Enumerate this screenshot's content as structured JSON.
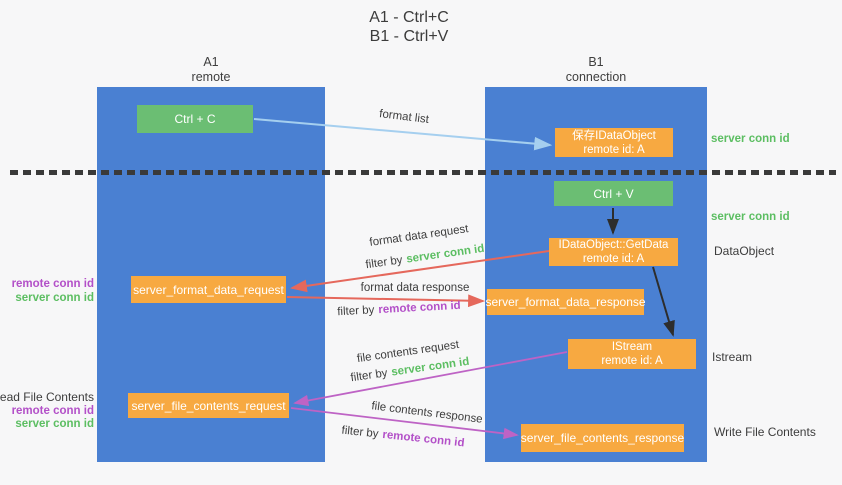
{
  "title": {
    "line1": "A1 - Ctrl+C",
    "line2": "B1 - Ctrl+V"
  },
  "lifelines": {
    "a1": {
      "name": "A1",
      "role": "remote"
    },
    "b1": {
      "name": "B1",
      "role": "connection"
    }
  },
  "nodes": {
    "ctrl_c": {
      "label": "Ctrl + C"
    },
    "save_dataobject": {
      "line1": "保存IDataObject",
      "line2": "remote id: A"
    },
    "ctrl_v": {
      "label": "Ctrl + V"
    },
    "getdata": {
      "line1": "IDataObject::GetData",
      "line2": "remote id: A"
    },
    "format_request": {
      "label": "server_format_data_request"
    },
    "format_response": {
      "label": "server_format_data_response"
    },
    "istream": {
      "line1": "IStream",
      "line2": "remote id: A"
    },
    "file_request": {
      "label": "server_file_contents_request"
    },
    "file_response": {
      "label": "server_file_contents_response"
    }
  },
  "arrow_labels": {
    "format_list": "format list",
    "format_data_request": "format data request",
    "format_data_response": "format data response",
    "file_contents_request": "file contents request",
    "file_contents_response": "file contents response",
    "filter_by": "filter by",
    "server_conn_id": "server conn id",
    "remote_conn_id": "remote conn id"
  },
  "side_labels": {
    "server_conn_id_top": "server conn id",
    "server_conn_id_mid": "server conn id",
    "dataobject": "DataObject",
    "istream": "Istream",
    "write_file_contents": "Write File Contents",
    "read_file_contents": "Read File Contents",
    "remote_conn_id_1": "remote conn id",
    "server_conn_id_1": "server conn id",
    "remote_conn_id_2": "remote conn id",
    "server_conn_id_2": "server conn id"
  },
  "colors": {
    "lifeline_blue": "#4a80d2",
    "box_green": "#6bbe73",
    "box_orange": "#f7a941",
    "arrow_light_blue": "#a5cfef",
    "arrow_red": "#e5685c",
    "arrow_magenta": "#be63c5",
    "arrow_black": "#2d2d2d",
    "text_green": "#5cbe62",
    "text_purple": "#b350c8",
    "text_dark": "#3d3d3d"
  }
}
